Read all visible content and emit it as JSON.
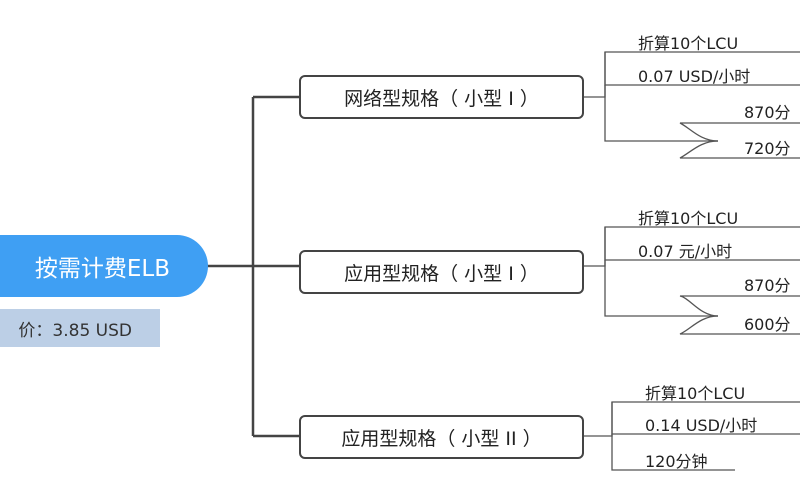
{
  "root": {
    "label": "按需计费ELB"
  },
  "price": {
    "label": "价：3.85 USD"
  },
  "branches": [
    {
      "label": "网络型规格（ 小型 I ）",
      "leaves": [
        "折算10个LCU",
        "0.07 USD/小时",
        "870分",
        "720分"
      ]
    },
    {
      "label": "应用型规格（ 小型 I ）",
      "leaves": [
        "折算10个LCU",
        "0.07 元/小时",
        "870分",
        "600分"
      ]
    },
    {
      "label": "应用型规格（ 小型 II ）",
      "leaves": [
        "折算10个LCU",
        "0.14 USD/小时",
        "120分钟"
      ]
    }
  ],
  "colors": {
    "accent": "#3f9ff3",
    "price_bg": "#bccfe6",
    "line": "#444444"
  }
}
